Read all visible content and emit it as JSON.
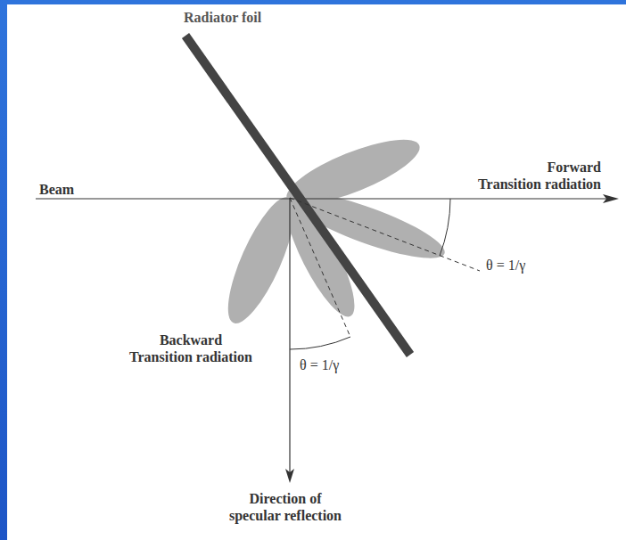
{
  "diagram": {
    "labels": [
      "Radiator foil",
      "Beam",
      "Forward Transition radiation",
      "θ = 1/γ",
      "Backward Transition radiation",
      "θ = 1/γ",
      "Direction of specular reflection"
    ]
  }
}
